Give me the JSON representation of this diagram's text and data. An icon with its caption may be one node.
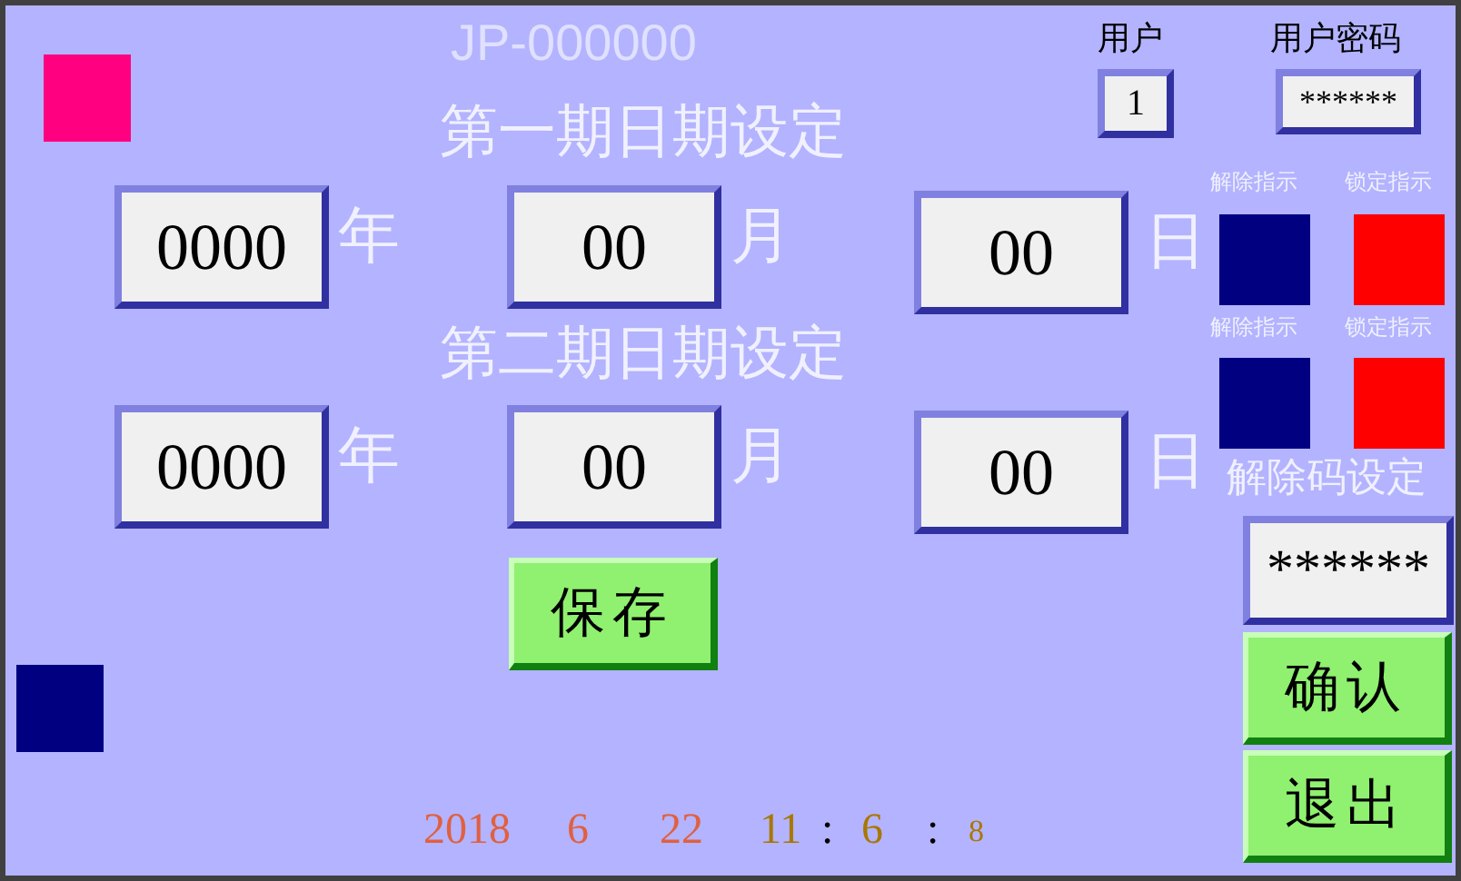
{
  "diagram": {
    "nodes": [
      {
        "text": [],
        "shape": "box"
      },
      {
        "text": [
          "1"
        ],
        "beside": [
          "用户"
        ]
      },
      {
        "text": [
          "******"
        ],
        "beside": [
          "用户密码"
        ]
      },
      {
        "text": [
          "0000"
        ]
      },
      {
        "text": [
          "00"
        ]
      },
      {
        "text": [
          "00"
        ]
      },
      {
        "text": [],
        "shape": "box"
      },
      {
        "text": [],
        "shape": "box"
      },
      {
        "text": [],
        "shape": "box"
      },
      {
        "text": [],
        "shape": "box"
      },
      {
        "text": [
          "0000"
        ]
      },
      {
        "text": [
          "00"
        ]
      },
      {
        "text": [
          "00"
        ]
      },
      {
        "text": [
          "******"
        ]
      },
      {
        "text": [
          "保存"
        ]
      },
      {
        "text": [],
        "shape": "box"
      },
      {
        "text": [
          "确认"
        ]
      },
      {
        "text": [
          "退出"
        ]
      }
    ],
    "labels": [
      "JP-000000",
      "第一期日期设定",
      "解除指示",
      "锁定指示",
      "年",
      "月",
      "日",
      "第二期日期设定",
      "解除指示",
      "锁定指示",
      "年",
      "月",
      "日",
      "解除码设定",
      "2018",
      "6",
      "22",
      "11",
      ":",
      "6",
      ":",
      "8"
    ]
  }
}
